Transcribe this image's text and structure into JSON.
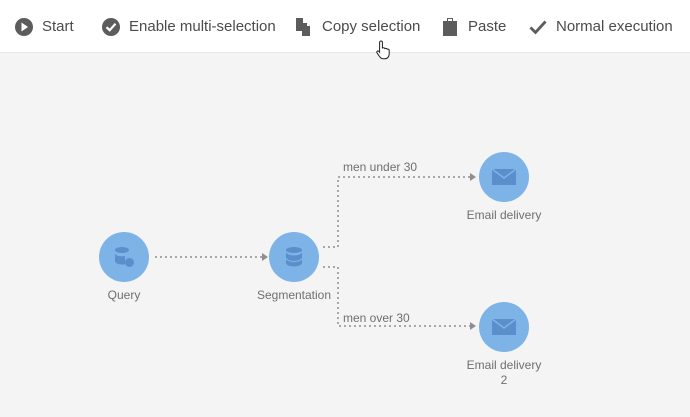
{
  "toolbar": {
    "start": "Start",
    "multi": "Enable multi-selection",
    "copy": "Copy selection",
    "paste": "Paste",
    "normal": "Normal execution"
  },
  "nodes": {
    "query": "Query",
    "segmentation": "Segmentation",
    "email1": "Email delivery",
    "email2": "Email delivery\n2"
  },
  "edges": {
    "upper": "men under 30",
    "lower": "men over 30"
  },
  "icons": {
    "start": "play-icon",
    "multi": "check-circle-icon",
    "copy": "copy-icon",
    "paste": "clipboard-icon",
    "normal": "checkmark-icon",
    "query": "database-icon",
    "segmentation": "database-icon",
    "email": "envelope-icon"
  },
  "colors": {
    "node": "#7eb3e8",
    "node_icon": "#5a8fcb",
    "toolbar_text": "#4b4b4b",
    "connector": "#8e8e8e"
  }
}
